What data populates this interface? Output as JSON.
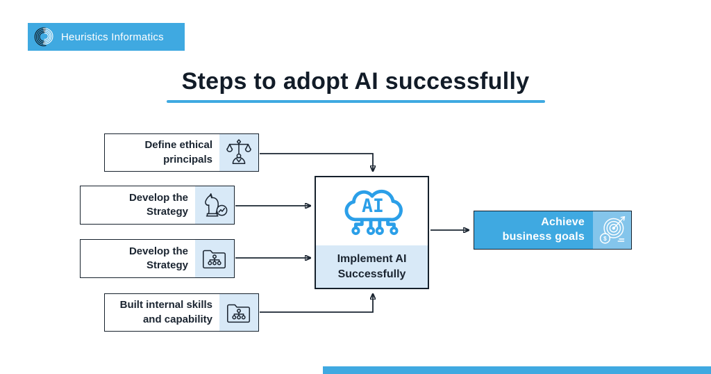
{
  "colors": {
    "accent_blue": "#3FA9E1",
    "panel_light_blue": "#D8E9F7",
    "panel_mid_blue": "#84C5EB",
    "icon_cloud_blue": "#2B9FE8",
    "ink": "#1A2430"
  },
  "brand": {
    "label": "Heuristics Informatics",
    "icon": "logo-swirl-icon"
  },
  "title": {
    "text": "Steps to adopt AI successfully"
  },
  "steps": [
    {
      "label": "Define ethical\nprincipals",
      "icon": "scales-of-justice-icon"
    },
    {
      "label": "Develop the\nStrategy",
      "icon": "chess-knight-chart-icon"
    },
    {
      "label": "Develop the\nStrategy",
      "icon": "folder-hierarchy-icon"
    },
    {
      "label": "Built internal skills\nand capability",
      "icon": "folder-hierarchy-icon"
    }
  ],
  "center": {
    "label": "Implement AI\nSuccessfully",
    "icon": "ai-cloud-icon",
    "icon_text": "AI"
  },
  "outcome": {
    "label": "Achieve\nbusiness goals",
    "icon": "target-dart-dollar-icon",
    "icon_dollar": "$"
  }
}
